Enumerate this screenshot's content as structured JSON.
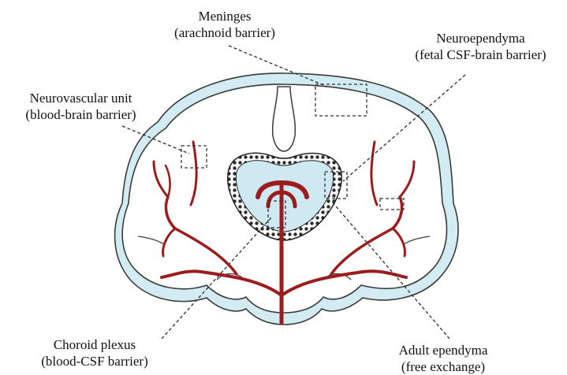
{
  "labels": {
    "meninges": {
      "title": "Meninges",
      "subtitle": "(arachnoid barrier)"
    },
    "neuroependyma": {
      "title": "Neuroependyma",
      "subtitle": "(fetal CSF-brain barrier)"
    },
    "neurovascular": {
      "title": "Neurovascular unit",
      "subtitle": "(blood-brain barrier)"
    },
    "choroid": {
      "title": "Choroid plexus",
      "subtitle": "(blood-CSF barrier)"
    },
    "adult": {
      "title": "Adult ependyma",
      "subtitle": "(free exchange)"
    }
  },
  "colors": {
    "vessel": "#9b1c1c",
    "csf": "#cfe9f2",
    "outline": "#3a3a3a",
    "leader": "#2a2a2a"
  }
}
